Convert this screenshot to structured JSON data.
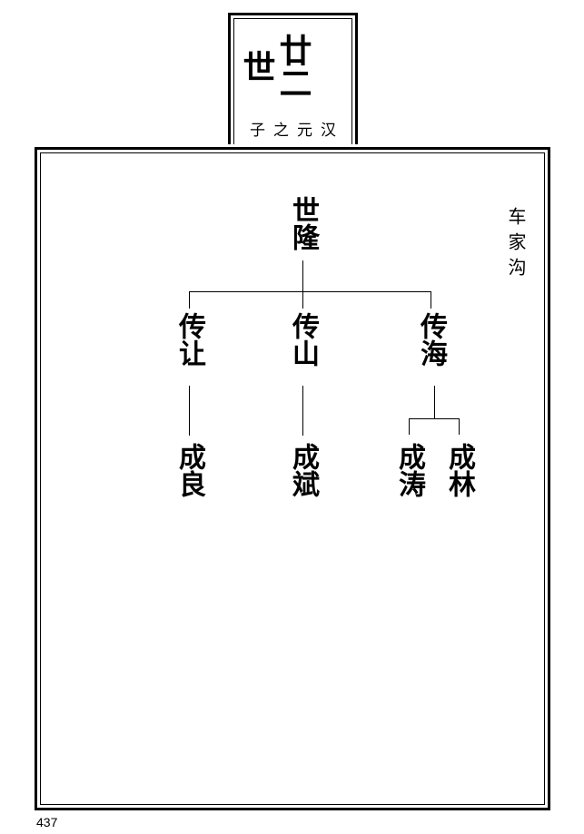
{
  "header": {
    "generation": "廿二世",
    "father_note": "子之元汉"
  },
  "place": "车家沟",
  "tree": {
    "root": "世隆",
    "children": [
      {
        "name": "传让",
        "children": [
          "成良"
        ]
      },
      {
        "name": "传山",
        "children": [
          "成斌"
        ]
      },
      {
        "name": "传海",
        "children": [
          "成涛",
          "成林"
        ]
      }
    ]
  },
  "page_number": "437"
}
